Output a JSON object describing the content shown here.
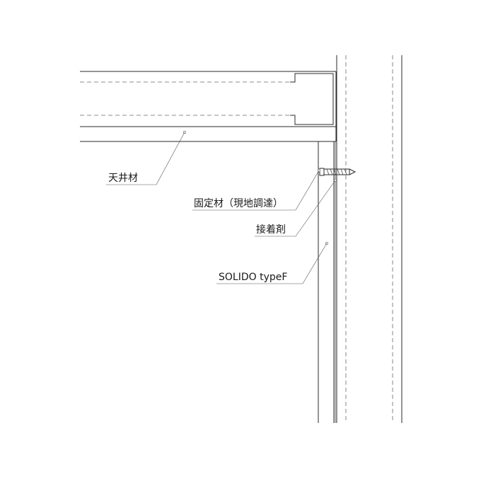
{
  "labels": {
    "ceiling_material": "天井材",
    "fixing_material": "固定材（現地調達）",
    "adhesive": "接着剤",
    "solido_typef": "SOLIDO typeF"
  }
}
